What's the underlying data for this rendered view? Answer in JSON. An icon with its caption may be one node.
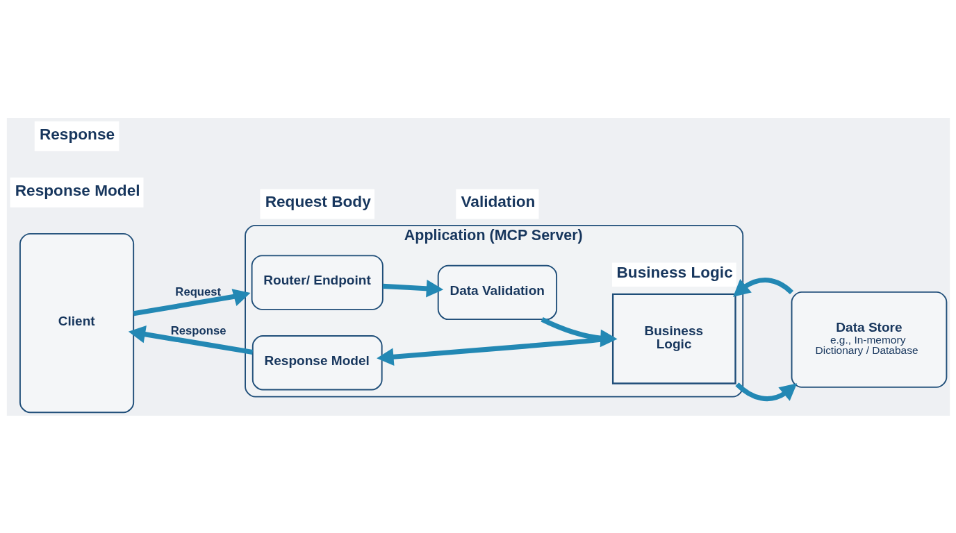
{
  "diagram": {
    "nodes": [
      {
        "text": [
          "Client"
        ]
      },
      {
        "text": [
          "Application (MCP Server)"
        ]
      },
      {
        "text": [
          "Router/ Endpoint"
        ],
        "in": 1
      },
      {
        "text": [
          "Data Validation"
        ],
        "in": 1
      },
      {
        "text": [
          "Business Logic",
          "Business Logic"
        ],
        "in": 1
      },
      {
        "text": [
          "Response Model"
        ],
        "in": 1
      },
      {
        "text": [
          "Data Store",
          "e.g., In-memory Dictionary / Database"
        ]
      }
    ],
    "edges": [
      {
        "from": 0,
        "to": 1,
        "arrow": "to",
        "label": "Request"
      },
      {
        "from": 2,
        "to": 3,
        "arrow": "to"
      },
      {
        "from": 3,
        "to": 4,
        "arrow": "to"
      },
      {
        "from": 4,
        "to": 5,
        "arrow": "to"
      },
      {
        "from": 5,
        "to": 0,
        "arrow": "to",
        "label": "Response"
      },
      {
        "from": 6,
        "to": 4,
        "arrow": "to"
      },
      {
        "from": 4,
        "to": 6,
        "arrow": "to"
      }
    ],
    "labels": [
      "Request Body",
      "Validation",
      "Response Model",
      "Response"
    ]
  }
}
